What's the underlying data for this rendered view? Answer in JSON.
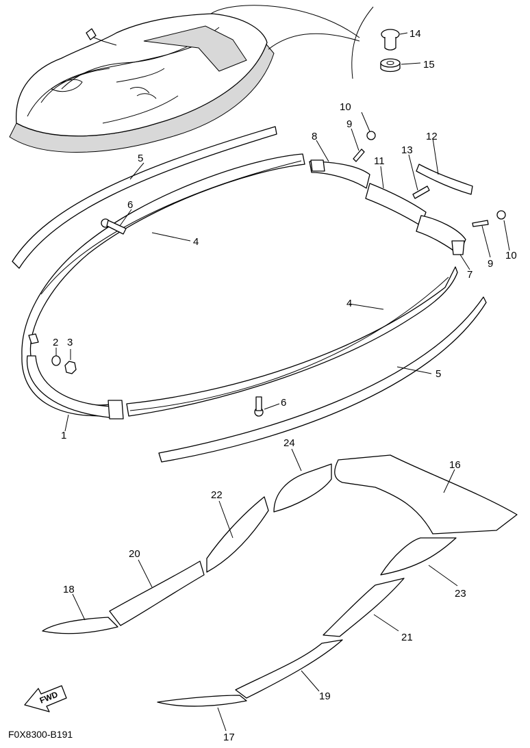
{
  "diagram": {
    "drawing_code": "F0X8300-B191",
    "fwd_label": "FWD",
    "callouts": [
      {
        "id": "c1",
        "text": "1"
      },
      {
        "id": "c2",
        "text": "2"
      },
      {
        "id": "c3",
        "text": "3"
      },
      {
        "id": "c4a",
        "text": "4"
      },
      {
        "id": "c4b",
        "text": "4"
      },
      {
        "id": "c5a",
        "text": "5"
      },
      {
        "id": "c5b",
        "text": "5"
      },
      {
        "id": "c6a",
        "text": "6"
      },
      {
        "id": "c6b",
        "text": "6"
      },
      {
        "id": "c7",
        "text": "7"
      },
      {
        "id": "c8",
        "text": "8"
      },
      {
        "id": "c9a",
        "text": "9"
      },
      {
        "id": "c9b",
        "text": "9"
      },
      {
        "id": "c10a",
        "text": "10"
      },
      {
        "id": "c10b",
        "text": "10"
      },
      {
        "id": "c11",
        "text": "11"
      },
      {
        "id": "c12",
        "text": "12"
      },
      {
        "id": "c13",
        "text": "13"
      },
      {
        "id": "c14",
        "text": "14"
      },
      {
        "id": "c15",
        "text": "15"
      },
      {
        "id": "c16",
        "text": "16"
      },
      {
        "id": "c17",
        "text": "17"
      },
      {
        "id": "c18",
        "text": "18"
      },
      {
        "id": "c19",
        "text": "19"
      },
      {
        "id": "c20",
        "text": "20"
      },
      {
        "id": "c21",
        "text": "21"
      },
      {
        "id": "c22",
        "text": "22"
      },
      {
        "id": "c23",
        "text": "23"
      },
      {
        "id": "c24",
        "text": "24"
      }
    ]
  }
}
